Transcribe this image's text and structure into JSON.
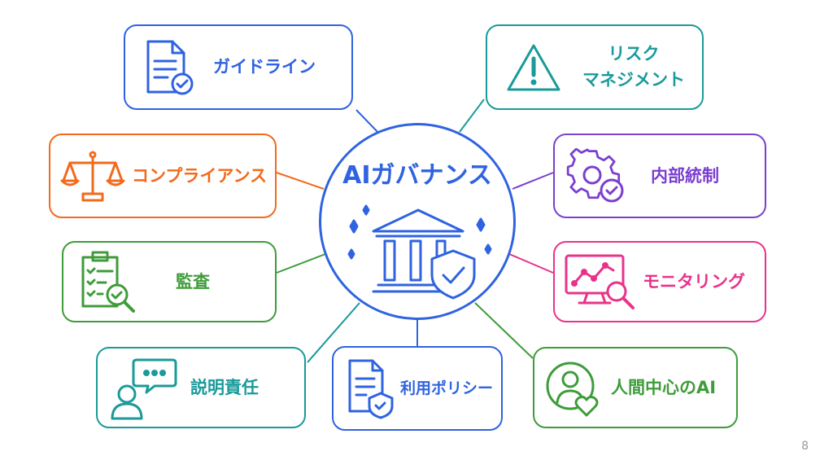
{
  "center": {
    "title": "AIガバナンス",
    "color": "#2f63e0"
  },
  "nodes": {
    "guideline": {
      "label": "ガイドライン",
      "color": "#2f63e0"
    },
    "risk": {
      "line1": "リスク",
      "line2": "マネジメント",
      "color": "#1a9a9a"
    },
    "compliance": {
      "label": "コンプライアンス",
      "color": "#f26a1b"
    },
    "internal": {
      "label": "内部統制",
      "color": "#7b3fd0"
    },
    "audit": {
      "label": "監査",
      "color": "#3e9c3a"
    },
    "monitoring": {
      "label": "モニタリング",
      "color": "#e8338a"
    },
    "accountability": {
      "label": "説明責任",
      "color": "#1a9a9a"
    },
    "policy": {
      "label": "利用ポリシー",
      "color": "#2f63e0"
    },
    "human": {
      "label": "人間中心のAI",
      "color": "#3e9c3a"
    }
  },
  "page_number": "8"
}
